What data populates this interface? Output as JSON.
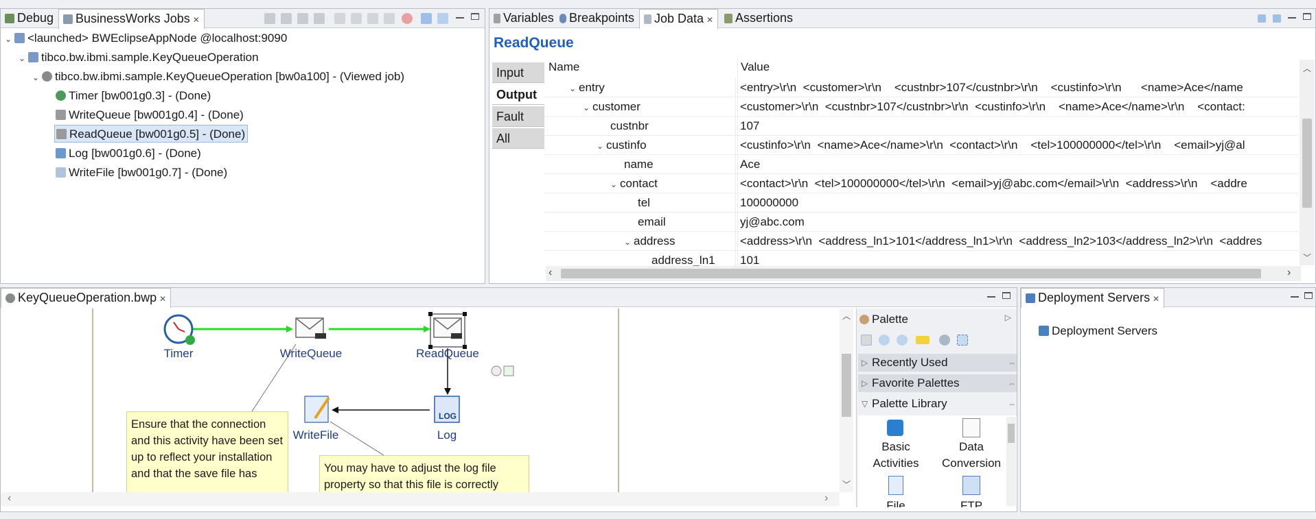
{
  "debug_view": {
    "tabs": [
      "Debug",
      "BusinessWorks Jobs"
    ],
    "tree": [
      {
        "label": "<launched> BWEclipseAppNode @localhost:9090",
        "icon": "launch-icon",
        "expanded": true
      },
      {
        "label": "tibco.bw.ibmi.sample.KeyQueueOperation",
        "icon": "module-icon",
        "expanded": true
      },
      {
        "label": "tibco.bw.ibmi.sample.KeyQueueOperation [bw0a100] - (Viewed job)",
        "icon": "process-icon",
        "expanded": true
      },
      {
        "label": "Timer [bw001g0.3] - (Done)",
        "icon": "timer-icon"
      },
      {
        "label": "WriteQueue [bw001g0.4] - (Done)",
        "icon": "queue-icon"
      },
      {
        "label": "ReadQueue [bw001g0.5] - (Done)",
        "icon": "queue-icon",
        "selected": true
      },
      {
        "label": "Log [bw001g0.6] - (Done)",
        "icon": "log-icon"
      },
      {
        "label": "WriteFile [bw001g0.7] - (Done)",
        "icon": "file-icon"
      }
    ]
  },
  "job_data_view": {
    "tabs": [
      "Variables",
      "Breakpoints",
      "Job Data",
      "Assertions"
    ],
    "activity_title": "ReadQueue",
    "side_tabs": [
      "Input",
      "Output",
      "Fault",
      "All"
    ],
    "active_side_tab": "Output",
    "columns": [
      "Name",
      "Value"
    ],
    "rows": [
      {
        "name": "entry",
        "value": "<entry>\\r\\n  <customer>\\r\\n    <custnbr>107</custnbr>\\r\\n    <custinfo>\\r\\n      <name>Ace</name",
        "expandable": true
      },
      {
        "name": "customer",
        "value": "<customer>\\r\\n  <custnbr>107</custnbr>\\r\\n  <custinfo>\\r\\n    <name>Ace</name>\\r\\n    <contact:",
        "expandable": true
      },
      {
        "name": "custnbr",
        "value": "107"
      },
      {
        "name": "custinfo",
        "value": "<custinfo>\\r\\n  <name>Ace</name>\\r\\n  <contact>\\r\\n    <tel>100000000</tel>\\r\\n    <email>yj@al",
        "expandable": true
      },
      {
        "name": "name",
        "value": "Ace"
      },
      {
        "name": "contact",
        "value": "<contact>\\r\\n  <tel>100000000</tel>\\r\\n  <email>yj@abc.com</email>\\r\\n  <address>\\r\\n    <addre",
        "expandable": true
      },
      {
        "name": "tel",
        "value": "100000000"
      },
      {
        "name": "email",
        "value": "yj@abc.com"
      },
      {
        "name": "address",
        "value": "<address>\\r\\n  <address_ln1>101</address_ln1>\\r\\n  <address_ln2>103</address_ln2>\\r\\n  <addres",
        "expandable": true
      },
      {
        "name": "address_ln1",
        "value": "101"
      }
    ]
  },
  "process_editor": {
    "tab": "KeyQueueOperation.bwp",
    "activities": [
      "Timer",
      "WriteQueue",
      "ReadQueue",
      "WriteFile",
      "Log"
    ],
    "notes": [
      "Ensure that the connection and this activity have been set up to reflect your installation and that the save file has",
      "You may have to adjust the log file property so that this file is correctly"
    ],
    "log_icon_text": "LOG"
  },
  "palette": {
    "title": "Palette",
    "drawers": [
      "Recently Used",
      "Favorite Palettes",
      "Palette Library"
    ],
    "items": [
      "Basic Activities",
      "Data Conversion",
      "File",
      "FTP"
    ]
  },
  "deployment_view": {
    "tab": "Deployment Servers",
    "tree_item": "Deployment Servers"
  },
  "colors": {
    "flow_line": "#22dd22",
    "note_bg": "#ffffcc",
    "title_blue": "#1f5fbf",
    "activity_label": "#1f3c8c"
  }
}
